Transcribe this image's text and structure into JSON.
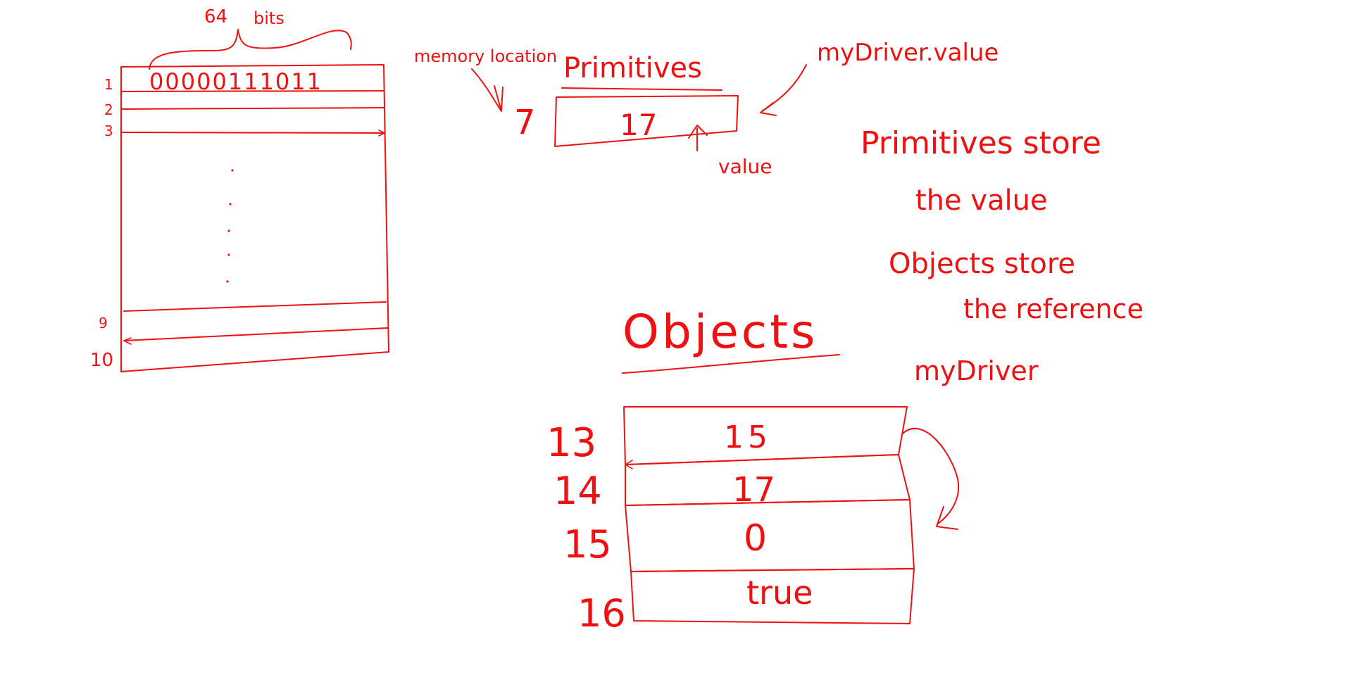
{
  "memory": {
    "bits_number": "64",
    "bits_word": "bits",
    "row_bits": "00000111011",
    "row_numbers": [
      "1",
      "2",
      "3",
      "9",
      "10"
    ]
  },
  "memory_note": "memory location",
  "primitives": {
    "heading": "Primitives",
    "address": "7",
    "value": "17",
    "value_label": "value",
    "var_label": "myDriver.value"
  },
  "notes": {
    "line1": "Primitives store",
    "line2": "the value",
    "line3": "Objects store",
    "line4": "the reference",
    "line5": "myDriver"
  },
  "objects": {
    "heading": "Objects",
    "cells": [
      {
        "address": "13",
        "value": "15"
      },
      {
        "address": "14",
        "value": "17"
      },
      {
        "address": "15",
        "value": "0"
      },
      {
        "address": "16",
        "value": "true"
      }
    ]
  },
  "colors": {
    "ink": "#ee1111",
    "background": "#ffffff"
  }
}
